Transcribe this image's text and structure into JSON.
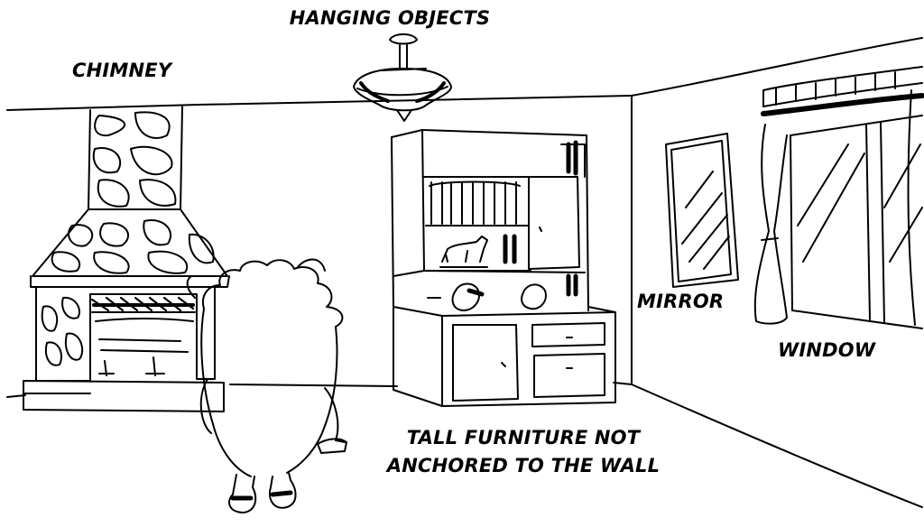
{
  "labels": {
    "hanging_objects": "HANGING OBJECTS",
    "chimney": "CHIMNEY",
    "mirror": "MIRROR",
    "window": "WINDOW",
    "tall_furniture_line1": "TALL FURNITURE NOT",
    "tall_furniture_line2": "ANCHORED TO THE WALL"
  },
  "colors": {
    "ink": "#000000",
    "paper": "#ffffff"
  }
}
